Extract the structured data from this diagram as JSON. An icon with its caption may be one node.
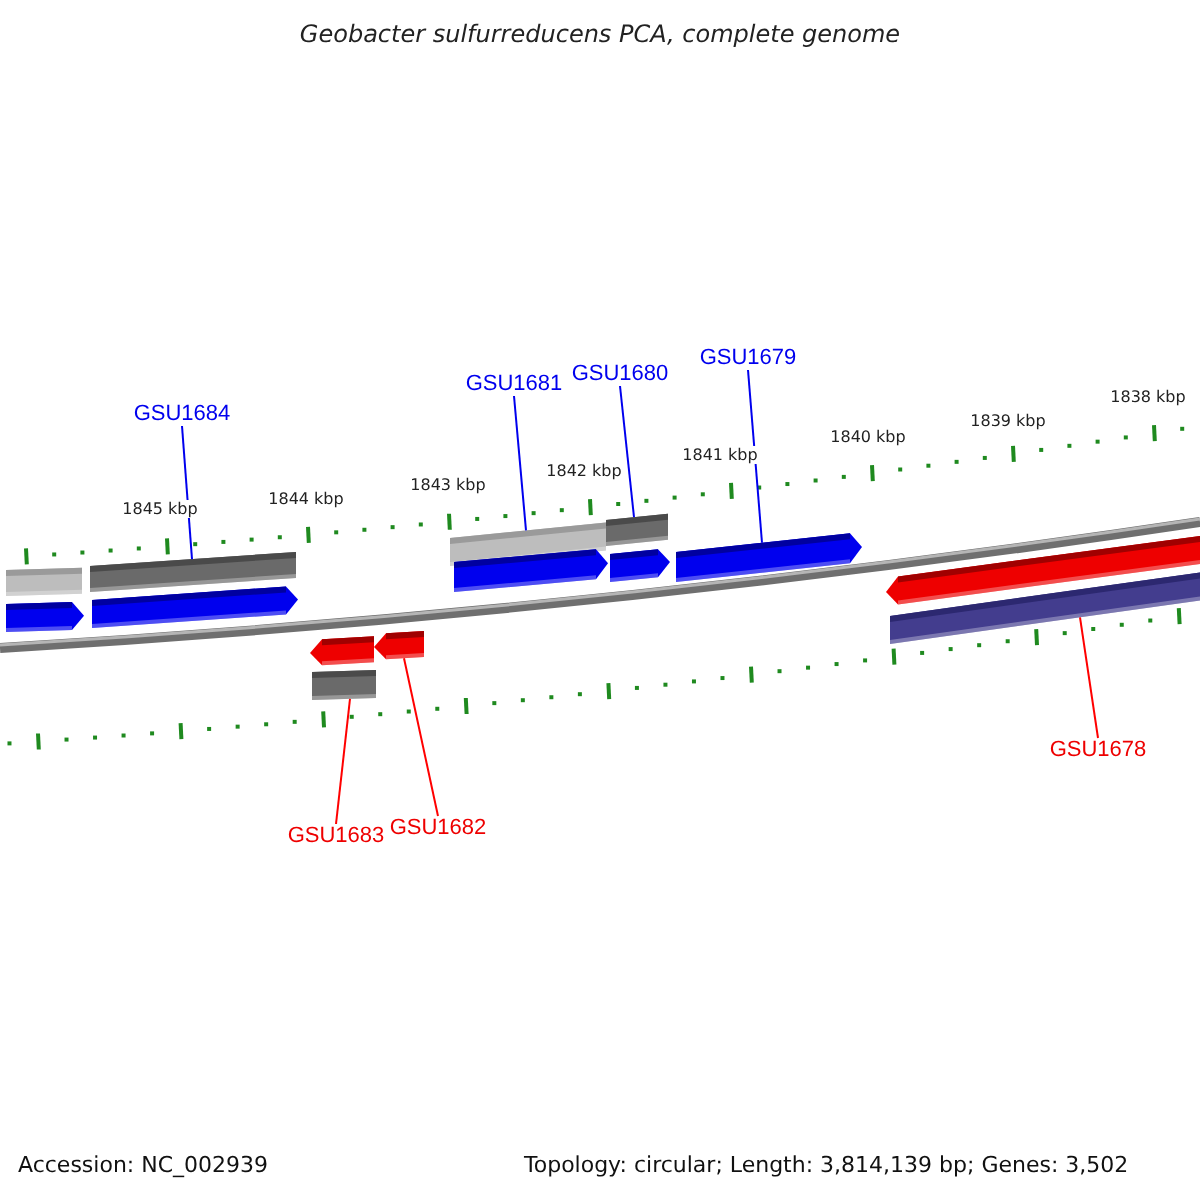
{
  "diagram": {
    "title": "Geobacter sulfurreducens PCA, complete genome",
    "nodes": [
      {
        "text": [
          "GSU1684"
        ]
      },
      {
        "text": [
          "GSU1681"
        ]
      },
      {
        "text": [
          "GSU1680"
        ]
      },
      {
        "text": [
          "GSU1679"
        ]
      },
      {
        "text": [
          "GSU1683"
        ]
      },
      {
        "text": [
          "GSU1682"
        ]
      },
      {
        "text": [
          "GSU1678"
        ]
      },
      {
        "text": [],
        "shape": "bar"
      },
      {
        "text": [],
        "shape": "pentagon"
      },
      {
        "text": [],
        "shape": "bar"
      },
      {
        "text": [],
        "shape": "pentagon"
      },
      {
        "text": [],
        "shape": "pentagon"
      },
      {
        "text": [],
        "shape": "bar"
      },
      {
        "text": [],
        "shape": "pentagon"
      },
      {
        "text": [],
        "shape": "bar"
      },
      {
        "text": [],
        "shape": "pentagon"
      },
      {
        "text": [],
        "shape": "bar"
      },
      {
        "text": [],
        "shape": "pentagon"
      },
      {
        "text": [],
        "shape": "pentagon"
      },
      {
        "text": [],
        "shape": "pentagon"
      },
      {
        "text": [],
        "shape": "bar"
      }
    ],
    "edges": [
      {
        "from": 0,
        "to": 9,
        "arrow": "none"
      },
      {
        "from": 1,
        "to": 14,
        "arrow": "none"
      },
      {
        "from": 2,
        "to": 16,
        "arrow": "none"
      },
      {
        "from": 3,
        "to": 18,
        "arrow": "none"
      },
      {
        "from": 4,
        "to": 12,
        "arrow": "none",
        "color": "#ff0000"
      },
      {
        "from": 5,
        "to": 13,
        "arrow": "none",
        "color": "#ff0000"
      },
      {
        "from": 6,
        "to": 20,
        "arrow": "none",
        "color": "#ff0000"
      }
    ],
    "labels": [
      "1845 kbp",
      "1844 kbp",
      "1843 kbp",
      "1842 kbp",
      "1841 kbp",
      "1840 kbp",
      "1839 kbp",
      "1838 kbp",
      "Accession: NC_002939",
      "Topology: circular; Length: 3,814,139 bp; Genes: 3,502"
    ]
  }
}
